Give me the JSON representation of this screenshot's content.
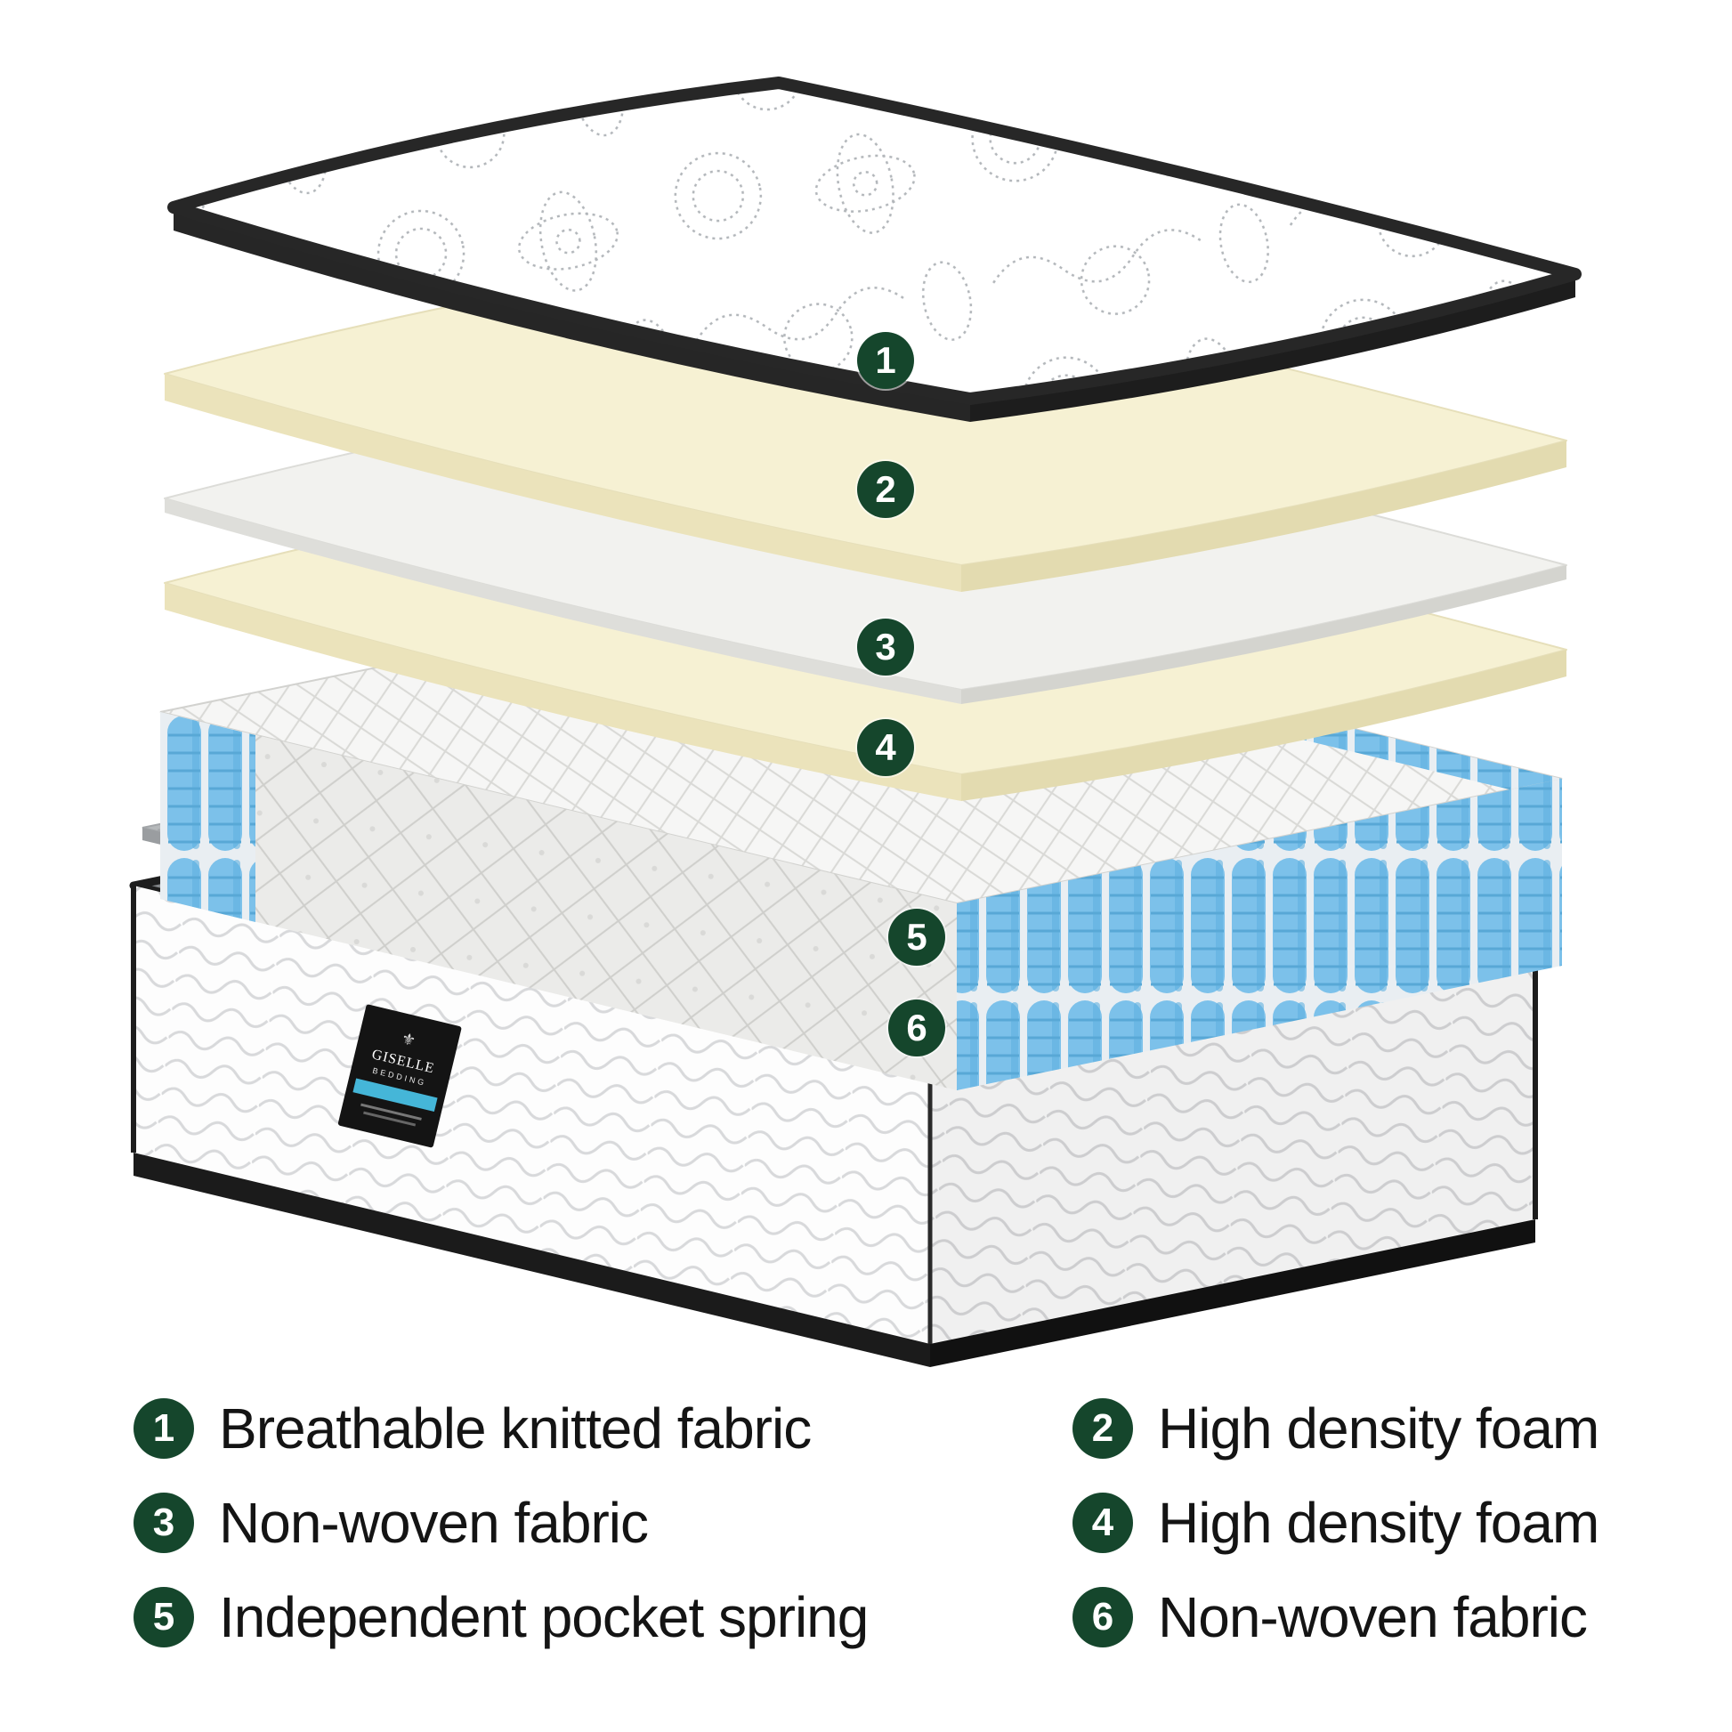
{
  "diagram": {
    "callouts": [
      {
        "num": "1"
      },
      {
        "num": "2"
      },
      {
        "num": "3"
      },
      {
        "num": "4"
      },
      {
        "num": "5"
      },
      {
        "num": "6"
      }
    ]
  },
  "legend": {
    "items": [
      {
        "num": "1",
        "label": "Breathable knitted fabric"
      },
      {
        "num": "2",
        "label": "High density foam"
      },
      {
        "num": "3",
        "label": "Non-woven fabric"
      },
      {
        "num": "4",
        "label": "High density foam"
      },
      {
        "num": "5",
        "label": "Independent pocket spring"
      },
      {
        "num": "6",
        "label": "Non-woven fabric"
      }
    ]
  },
  "brand": {
    "name": "GISELLE",
    "sub": "BEDDING",
    "emblem": "⚜"
  },
  "colors": {
    "badge_green": "#15462c",
    "text_dark": "#141414",
    "spring_blue": "#7cc1ea",
    "foam_cream": "#f6f1d3"
  }
}
